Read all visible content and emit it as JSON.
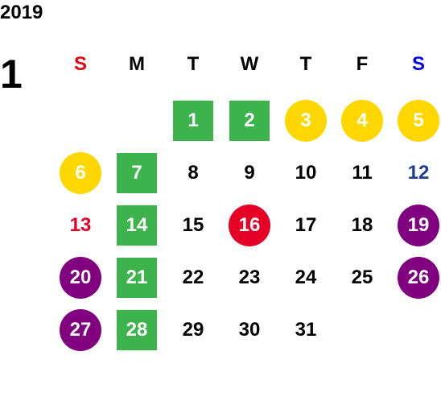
{
  "calendar": {
    "year": "2019",
    "month": "1",
    "weekdays": [
      {
        "label": "S",
        "color": "#e60012"
      },
      {
        "label": "M",
        "color": "#000000"
      },
      {
        "label": "T",
        "color": "#000000"
      },
      {
        "label": "W",
        "color": "#000000"
      },
      {
        "label": "T",
        "color": "#000000"
      },
      {
        "label": "F",
        "color": "#000000"
      },
      {
        "label": "S",
        "color": "#0000e6"
      }
    ],
    "colors": {
      "green": "#3cb44b",
      "yellow": "#ffd700",
      "red": "#e60026",
      "purple": "#800080",
      "saturday_blue": "#1f3d8c",
      "sunday_red": "#e60026",
      "text": "#000000",
      "on_fill_text": "#ffffff"
    },
    "days": [
      {
        "day": "1",
        "col": 2,
        "row": 0,
        "style": "green"
      },
      {
        "day": "2",
        "col": 3,
        "row": 0,
        "style": "green"
      },
      {
        "day": "3",
        "col": 4,
        "row": 0,
        "style": "yellow"
      },
      {
        "day": "4",
        "col": 5,
        "row": 0,
        "style": "yellow"
      },
      {
        "day": "5",
        "col": 6,
        "row": 0,
        "style": "yellow"
      },
      {
        "day": "6",
        "col": 0,
        "row": 1,
        "style": "yellow"
      },
      {
        "day": "7",
        "col": 1,
        "row": 1,
        "style": "green"
      },
      {
        "day": "8",
        "col": 2,
        "row": 1,
        "style": "plain"
      },
      {
        "day": "9",
        "col": 3,
        "row": 1,
        "style": "plain"
      },
      {
        "day": "10",
        "col": 4,
        "row": 1,
        "style": "plain"
      },
      {
        "day": "11",
        "col": 5,
        "row": 1,
        "style": "plain"
      },
      {
        "day": "12",
        "col": 6,
        "row": 1,
        "style": "saturday"
      },
      {
        "day": "13",
        "col": 0,
        "row": 2,
        "style": "sunday"
      },
      {
        "day": "14",
        "col": 1,
        "row": 2,
        "style": "green"
      },
      {
        "day": "15",
        "col": 2,
        "row": 2,
        "style": "plain"
      },
      {
        "day": "16",
        "col": 3,
        "row": 2,
        "style": "red"
      },
      {
        "day": "17",
        "col": 4,
        "row": 2,
        "style": "plain"
      },
      {
        "day": "18",
        "col": 5,
        "row": 2,
        "style": "plain"
      },
      {
        "day": "19",
        "col": 6,
        "row": 2,
        "style": "purple"
      },
      {
        "day": "20",
        "col": 0,
        "row": 3,
        "style": "purple"
      },
      {
        "day": "21",
        "col": 1,
        "row": 3,
        "style": "green"
      },
      {
        "day": "22",
        "col": 2,
        "row": 3,
        "style": "plain"
      },
      {
        "day": "23",
        "col": 3,
        "row": 3,
        "style": "plain"
      },
      {
        "day": "24",
        "col": 4,
        "row": 3,
        "style": "plain"
      },
      {
        "day": "25",
        "col": 5,
        "row": 3,
        "style": "plain"
      },
      {
        "day": "26",
        "col": 6,
        "row": 3,
        "style": "purple"
      },
      {
        "day": "27",
        "col": 0,
        "row": 4,
        "style": "purple"
      },
      {
        "day": "28",
        "col": 1,
        "row": 4,
        "style": "green"
      },
      {
        "day": "29",
        "col": 2,
        "row": 4,
        "style": "plain"
      },
      {
        "day": "30",
        "col": 3,
        "row": 4,
        "style": "plain"
      },
      {
        "day": "31",
        "col": 4,
        "row": 4,
        "style": "plain"
      }
    ]
  }
}
